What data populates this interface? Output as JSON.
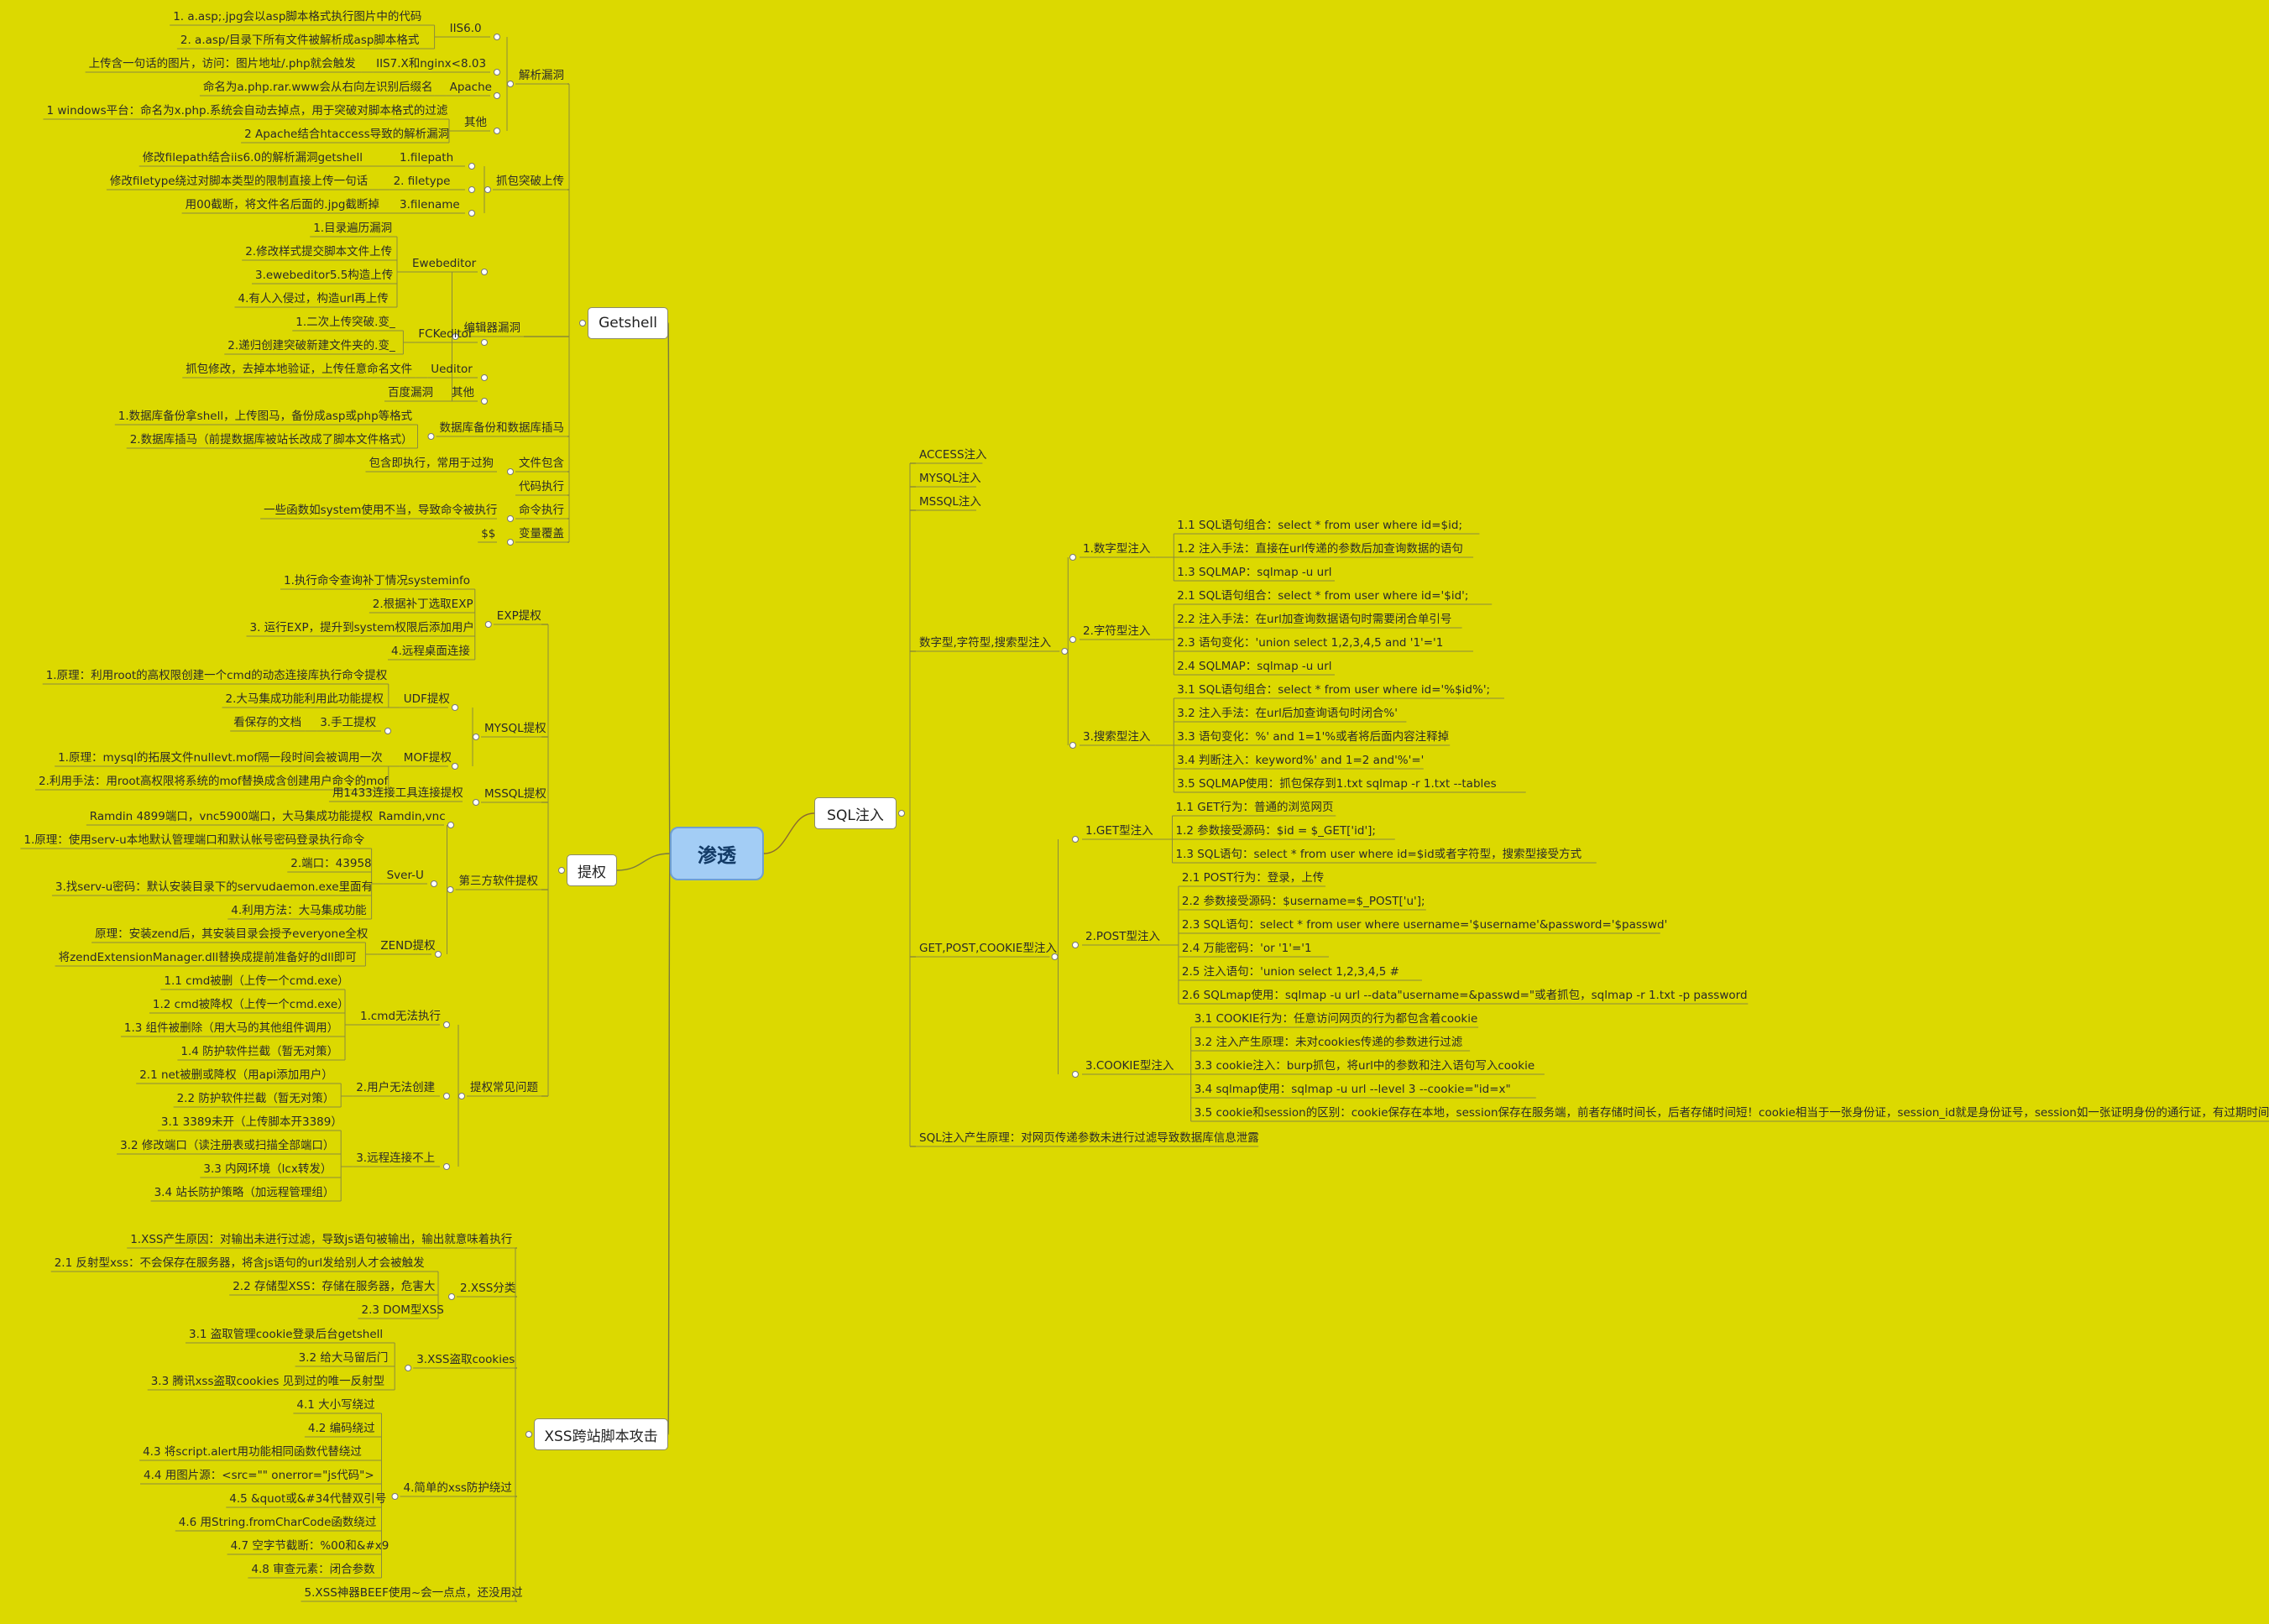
{
  "root": "渗透",
  "branches": [
    {
      "label": "Getshell",
      "children": [
        {
          "label": "解析漏洞",
          "children": [
            {
              "label": "IIS6.0",
              "children": [
                {
                  "label": "1. a.asp;.jpg会以asp脚本格式执行图片中的代码"
                },
                {
                  "label": "2.  a.asp/目录下所有文件被解析成asp脚本格式"
                }
              ]
            },
            {
              "label": "IIS7.X和nginx<8.03",
              "children": [
                {
                  "label": "上传含一句话的图片，访问：图片地址/.php就会触发"
                }
              ]
            },
            {
              "label": "Apache",
              "children": [
                {
                  "label": "命名为a.php.rar.www会从右向左识别后缀名"
                }
              ]
            },
            {
              "label": "其他",
              "children": [
                {
                  "label": "1 windows平台：命名为x.php.系统会自动去掉点，用于突破对脚本格式的过滤"
                },
                {
                  "label": "2 Apache结合htaccess导致的解析漏洞"
                }
              ]
            }
          ]
        },
        {
          "label": "抓包突破上传",
          "children": [
            {
              "label": "1.filepath",
              "children": [
                {
                  "label": "修改filepath结合iis6.0的解析漏洞getshell"
                }
              ]
            },
            {
              "label": "2. filetype",
              "children": [
                {
                  "label": "修改filetype绕过对脚本类型的限制直接上传一句话"
                }
              ]
            },
            {
              "label": "3.filename",
              "children": [
                {
                  "label": "用00截断，将文件名后面的.jpg截断掉"
                }
              ]
            }
          ]
        },
        {
          "label": "编辑器漏洞",
          "children": [
            {
              "label": "Ewebeditor",
              "children": [
                {
                  "label": "1.目录遍历漏洞"
                },
                {
                  "label": "2.修改样式提交脚本文件上传"
                },
                {
                  "label": "3.ewebeditor5.5构造上传"
                },
                {
                  "label": "4.有人入侵过，构造url再上传"
                }
              ]
            },
            {
              "label": "FCKeditor",
              "children": [
                {
                  "label": "1.二次上传突破.变_"
                },
                {
                  "label": "2.递归创建突破新建文件夹的.变_"
                }
              ]
            },
            {
              "label": "Ueditor",
              "children": [
                {
                  "label": "抓包修改，去掉本地验证，上传任意命名文件"
                }
              ]
            },
            {
              "label": "其他",
              "children": [
                {
                  "label": "百度漏洞"
                }
              ]
            }
          ]
        },
        {
          "label": "数据库备份和数据库插马",
          "children": [
            {
              "label": "1.数据库备份拿shell，上传图马，备份成asp或php等格式"
            },
            {
              "label": "2.数据库插马（前提数据库被站长改成了脚本文件格式）"
            }
          ]
        },
        {
          "label": "文件包含",
          "children": [
            {
              "label": "包含即执行，常用于过狗"
            }
          ]
        },
        {
          "label": "代码执行"
        },
        {
          "label": "命令执行",
          "children": [
            {
              "label": "一些函数如system使用不当，导致命令被执行"
            }
          ]
        },
        {
          "label": "变量覆盖",
          "children": [
            {
              "label": "$$"
            }
          ]
        }
      ]
    },
    {
      "label": "提权",
      "children": [
        {
          "label": "EXP提权",
          "children": [
            {
              "label": "1.执行命令查询补丁情况systeminfo"
            },
            {
              "label": "2.根据补丁选取EXP"
            },
            {
              "label": "3. 运行EXP，提升到system权限后添加用户"
            },
            {
              "label": "4.远程桌面连接"
            }
          ]
        },
        {
          "label": "MYSQL提权",
          "children": [
            {
              "label": "UDF提权",
              "children": [
                {
                  "label": "1.原理：利用root的高权限创建一个cmd的动态连接库执行命令提权"
                },
                {
                  "label": "2.大马集成功能利用此功能提权"
                }
              ]
            },
            {
              "label": "3.手工提权",
              "children": [
                {
                  "label": "看保存的文档"
                }
              ]
            },
            {
              "label": "MOF提权",
              "children": [
                {
                  "label": "1.原理：mysql的拓展文件nullevt.mof隔一段时间会被调用一次"
                },
                {
                  "label": "2.利用手法：用root高权限将系统的mof替换成含创建用户命令的mof"
                }
              ]
            }
          ]
        },
        {
          "label": "MSSQL提权",
          "children": [
            {
              "label": "用1433连接工具连接提权"
            }
          ]
        },
        {
          "label": "第三方软件提权",
          "children": [
            {
              "label": "Ramdin,vnc",
              "children": [
                {
                  "label": "Ramdin 4899端口，vnc5900端口，大马集成功能提权"
                }
              ]
            },
            {
              "label": "Sver-U",
              "children": [
                {
                  "label": "1.原理：使用serv-u本地默认管理端口和默认帐号密码登录执行命令"
                },
                {
                  "label": "2.端口：43958"
                },
                {
                  "label": "3.找serv-u密码：默认安装目录下的servudaemon.exe里面有"
                },
                {
                  "label": "4.利用方法：大马集成功能"
                }
              ]
            },
            {
              "label": "ZEND提权",
              "children": [
                {
                  "label": "原理：安装zend后，其安装目录会授予everyone全权"
                },
                {
                  "label": "将zendExtensionManager.dll替换成提前准备好的dll即可"
                }
              ]
            }
          ]
        },
        {
          "label": "提权常见问题",
          "children": [
            {
              "label": "1.cmd无法执行",
              "children": [
                {
                  "label": "1.1 cmd被删（上传一个cmd.exe）"
                },
                {
                  "label": "1.2 cmd被降权（上传一个cmd.exe）"
                },
                {
                  "label": "1.3 组件被删除（用大马的其他组件调用）"
                },
                {
                  "label": "1.4 防护软件拦截（暂无对策）"
                }
              ]
            },
            {
              "label": "2.用户无法创建",
              "children": [
                {
                  "label": "2.1 net被删或降权（用api添加用户）"
                },
                {
                  "label": "2.2 防护软件拦截（暂无对策）"
                }
              ]
            },
            {
              "label": "3.远程连接不上",
              "children": [
                {
                  "label": "3.1 3389未开（上传脚本开3389）"
                },
                {
                  "label": "3.2 修改端口（读注册表或扫描全部端口）"
                },
                {
                  "label": "3.3 内网环境（lcx转发）"
                },
                {
                  "label": "3.4 站长防护策略（加远程管理组）"
                }
              ]
            }
          ]
        }
      ]
    },
    {
      "label": "XSS跨站脚本攻击",
      "children": [
        {
          "label": "1.XSS产生原因：对输出未进行过滤，导致js语句被输出，输出就意味着执行"
        },
        {
          "label": "2.XSS分类",
          "children": [
            {
              "label": "2.1 反射型xss：不会保存在服务器，将含js语句的url发给别人才会被触发"
            },
            {
              "label": "2.2 存储型XSS：存储在服务器，危害大"
            },
            {
              "label": "2.3 DOM型XSS"
            }
          ]
        },
        {
          "label": "3.XSS盗取cookies",
          "children": [
            {
              "label": "3.1 盗取管理cookie登录后台getshell"
            },
            {
              "label": "3.2 给大马留后门"
            },
            {
              "label": "3.3 腾讯xss盗取cookies 见到过的唯一反射型"
            }
          ]
        },
        {
          "label": "4.简单的xss防护绕过",
          "children": [
            {
              "label": "4.1 大小写绕过"
            },
            {
              "label": "4.2 编码绕过"
            },
            {
              "label": "4.3 将script.alert用功能相同函数代替绕过"
            },
            {
              "label": "4.4 用图片源：<src=\"\" onerror=\"js代码\">"
            },
            {
              "label": "4.5 &quot或&#34代替双引号"
            },
            {
              "label": "4.6 用String.fromCharCode函数绕过"
            },
            {
              "label": "4.7 空字节截断：%00和&#x9"
            },
            {
              "label": "4.8 审查元素：闭合参数"
            }
          ]
        },
        {
          "label": "5.XSS神器BEEF使用~会一点点，还没用过"
        }
      ]
    },
    {
      "label": "SQL注入",
      "children": [
        {
          "label": "ACCESS注入"
        },
        {
          "label": "MYSQL注入"
        },
        {
          "label": "MSSQL注入"
        },
        {
          "label": "数字型,字符型,搜索型注入",
          "children": [
            {
              "label": "1.数字型注入",
              "children": [
                {
                  "label": "1.1 SQL语句组合：select * from user where id=$id;"
                },
                {
                  "label": "1.2 注入手法：直接在url传递的参数后加查询数据的语句"
                },
                {
                  "label": "1.3 SQLMAP：sqlmap -u url"
                }
              ]
            },
            {
              "label": "2.字符型注入",
              "children": [
                {
                  "label": "2.1 SQL语句组合：select * from user where id='$id';"
                },
                {
                  "label": "2.2 注入手法：在url加查询数据语句时需要闭合单引号"
                },
                {
                  "label": "2.3 语句变化：'union select 1,2,3,4,5 and '1'='1"
                },
                {
                  "label": "2.4 SQLMAP：sqlmap -u url"
                }
              ]
            },
            {
              "label": "3.搜索型注入",
              "children": [
                {
                  "label": "3.1 SQL语句组合：select * from user where id='%$id%';"
                },
                {
                  "label": "3.2 注入手法：在url后加查询语句时闭合%'"
                },
                {
                  "label": "3.3 语句变化：%' and 1=1'%或者将后面内容注释掉"
                },
                {
                  "label": "3.4 判断注入：keyword%' and 1=2 and'%'='"
                },
                {
                  "label": "3.5 SQLMAP使用：抓包保存到1.txt  sqlmap -r 1.txt --tables"
                }
              ]
            }
          ]
        },
        {
          "label": "GET,POST,COOKIE型注入",
          "children": [
            {
              "label": "1.GET型注入",
              "children": [
                {
                  "label": "1.1 GET行为：普通的浏览网页"
                },
                {
                  "label": "1.2 参数接受源码：$id = $_GET['id'];"
                },
                {
                  "label": "1.3 SQL语句：select * from user where id=$id或者字符型，搜索型接受方式"
                }
              ]
            },
            {
              "label": "2.POST型注入",
              "children": [
                {
                  "label": "2.1 POST行为：登录，上传"
                },
                {
                  "label": "2.2 参数接受源码：$username=$_POST['u'];"
                },
                {
                  "label": "2.3 SQL语句：select * from user where username='$username'&password='$passwd'"
                },
                {
                  "label": "2.4 万能密码：'or '1'='1"
                },
                {
                  "label": "2.5 注入语句：'union select 1,2,3,4,5 #"
                },
                {
                  "label": "2.6 SQLmap使用：sqlmap -u url --data\"username=&passwd=\"或者抓包，sqlmap -r 1.txt -p password"
                }
              ]
            },
            {
              "label": "3.COOKIE型注入",
              "children": [
                {
                  "label": "3.1 COOKIE行为：任意访问网页的行为都包含着cookie"
                },
                {
                  "label": "3.2 注入产生原理：未对cookies传递的参数进行过滤"
                },
                {
                  "label": "3.3 cookie注入：burp抓包，将url中的参数和注入语句写入cookie"
                },
                {
                  "label": "3.4 sqlmap使用：sqlmap -u url --level 3 --cookie=\"id=x\""
                },
                {
                  "label": "3.5 cookie和session的区别：cookie保存在本地，session保存在服务端，前者存储时间长，后者存储时间短！cookie相当于一张身份证，session_id就是身份证号，session如一张证明身份的通行证，有过期时间"
                }
              ]
            }
          ]
        },
        {
          "label": "SQL注入产生原理：对网页传递参数未进行过滤导致数据库信息泄露"
        }
      ]
    }
  ]
}
